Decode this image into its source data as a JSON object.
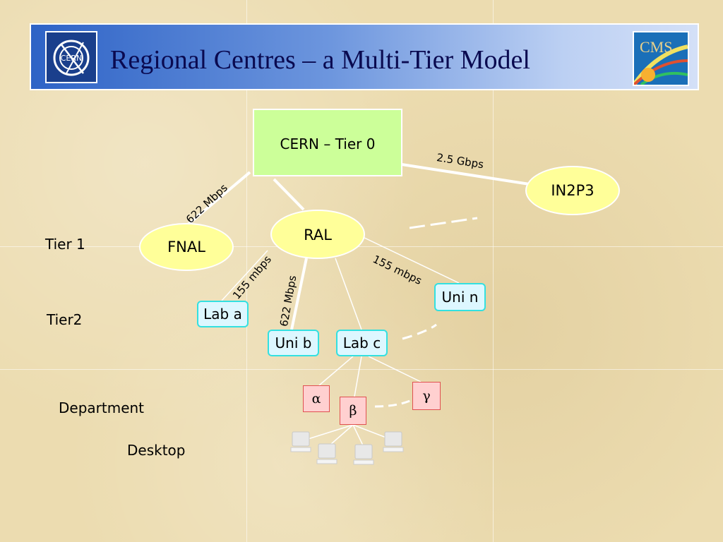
{
  "title": "Regional Centres – a Multi-Tier Model",
  "logos": {
    "cern": "CERN",
    "cms": "CMS"
  },
  "nodes": {
    "tier0": "CERN – Tier 0",
    "in2p3": "IN2P3",
    "ral": "RAL",
    "fnal": "FNAL",
    "lab_a": "Lab a",
    "uni_n": "Uni n",
    "uni_b": "Uni b",
    "lab_c": "Lab c",
    "alpha": "α",
    "beta": "β",
    "gamma": "γ"
  },
  "links": {
    "cern_fnal": "622 Mbps",
    "cern_in2p3": "2.5 Gbps",
    "fnal_lab_a": "155 mbps",
    "ral_uni_b": "622 Mbps",
    "ral_uni_n": "155 mbps"
  },
  "levels": {
    "tier1": "Tier 1",
    "tier2": "Tier2",
    "department": "Department",
    "desktop": "Desktop"
  },
  "colors": {
    "header_start": "#2e63c6",
    "tier0_fill": "#ccff99",
    "tier1_fill": "#ffff99",
    "tier2_fill": "#ddf7ff",
    "tier2_border": "#33e0e0",
    "department_fill": "#ffd0d0",
    "department_border": "#e05050"
  }
}
